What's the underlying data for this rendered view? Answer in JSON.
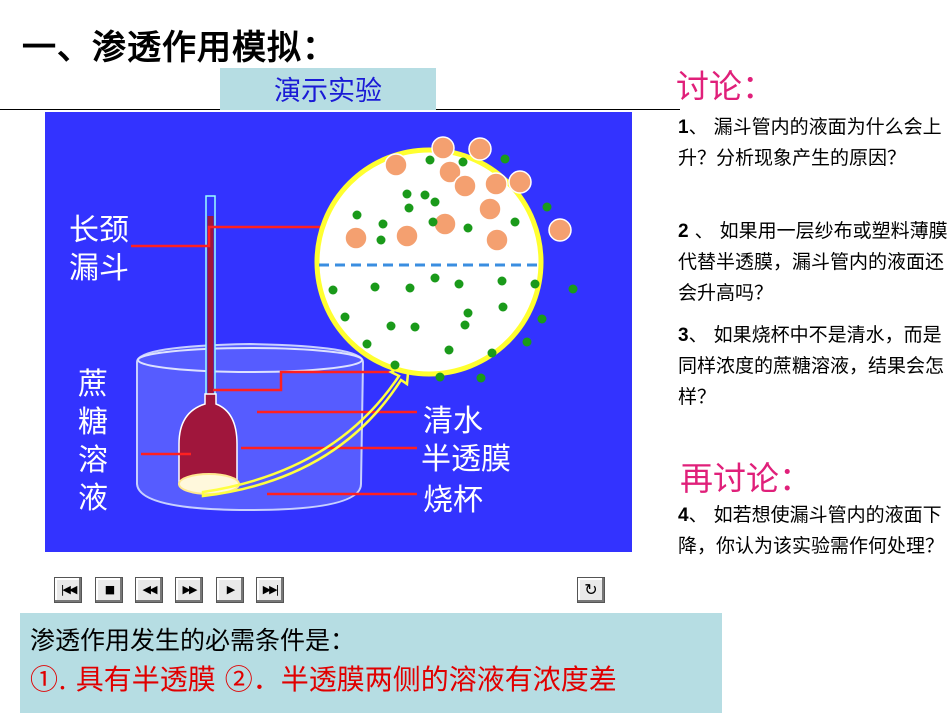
{
  "title": "一、渗透作用模拟：",
  "demo_label": "演示实验",
  "diagram": {
    "labels": {
      "funnel": "长颈漏斗",
      "sucrose": "蔗糖溶液",
      "water": "清水",
      "membrane": "半透膜",
      "beaker": "烧杯"
    }
  },
  "controls": [
    {
      "name": "skip-back-button",
      "glyph": "|◀◀"
    },
    {
      "name": "stop-button",
      "glyph": "■"
    },
    {
      "name": "rewind-button",
      "glyph": "◀◀"
    },
    {
      "name": "fast-forward-button",
      "glyph": "▶▶"
    },
    {
      "name": "play-button",
      "glyph": "▶"
    },
    {
      "name": "skip-forward-button",
      "glyph": "▶▶|"
    },
    {
      "name": "replay-button",
      "glyph": "↻"
    }
  ],
  "discussion": {
    "heading": "讨论：",
    "q1_num": "1",
    "q1_text": "、 漏斗管内的液面为什么会上升？分析现象产生的原因？",
    "q2_num": "2",
    "q2_text": " 、 如果用一层纱布或塑料薄膜代替半透膜，漏斗管内的液面还会升高吗？",
    "q3_num": "3",
    "q3_text": "、 如果烧杯中不是清水，而是同样浓度的蔗糖溶液，结果会怎样？"
  },
  "re_discussion": {
    "heading": "再讨论：",
    "q4_num": "4",
    "q4_text": "、 如若想使漏斗管内的液面下降，你认为该实验需作何处理？"
  },
  "conditions": {
    "heading": "渗透作用发生的必需条件是：",
    "body": "①. 具有半透膜  ②．半透膜两侧的溶液有浓度差"
  },
  "colors": {
    "stage_bg": "#3333ff",
    "accent_pink": "#e0207a",
    "panel_bg": "#b6dde3",
    "red_text": "#e00000",
    "sucrose": "#a0163c",
    "water_molecule": "#1a9a1a",
    "sucrose_molecule": "#f4a070"
  }
}
